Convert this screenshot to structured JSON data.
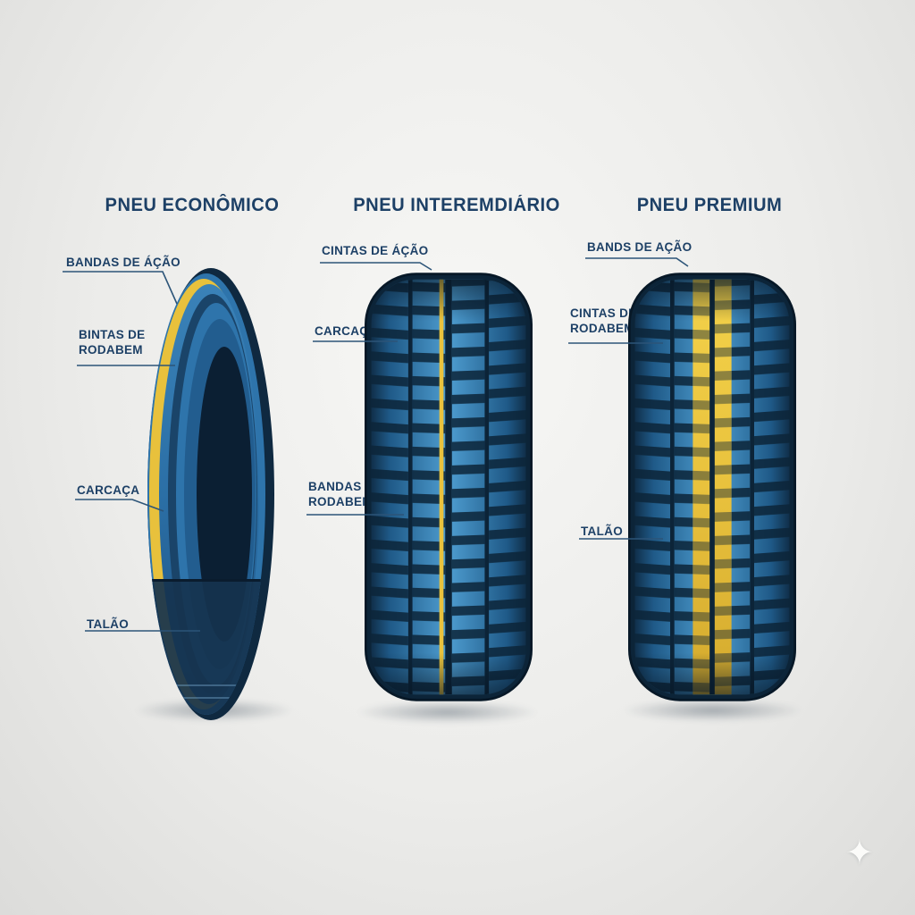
{
  "diagram": {
    "titles": {
      "economico": "PNEU ECONÔMICO",
      "intermediario": "PNEU INTEREMDIÁRIO",
      "premium": "PNEU PREMIUM"
    },
    "labels": {
      "eco_bandas_de_acao": "BANDAS DE ÁÇÃO",
      "eco_bintas_de_rodabem": "BINTAS DE RODABEM",
      "eco_carcaca": "CARCAÇA",
      "eco_talao": "TALÃO",
      "mid_cintas_de_acao": "CINTAS DE ÁÇÃO",
      "mid_carcaca": "CARCAÇA",
      "mid_bandas_de_rodabem": "BANDAS DE RODABEM",
      "prem_bands_de_acao": "BANDS DE AÇÃO",
      "prem_cintas_de_rodabem": "CINTAS DE RODABEM",
      "prem_talao": "TALÃO"
    },
    "colors": {
      "label_text": "#1d4066",
      "leader_line": "#2c5478",
      "tire_dark_navy": "#0c2438",
      "tire_blue": "#2b6fa6",
      "tire_light_blue": "#4e9dd0",
      "stripe_yellow": "#e9c23d",
      "background": "#ececea"
    },
    "sparkle_icon": "✦"
  }
}
